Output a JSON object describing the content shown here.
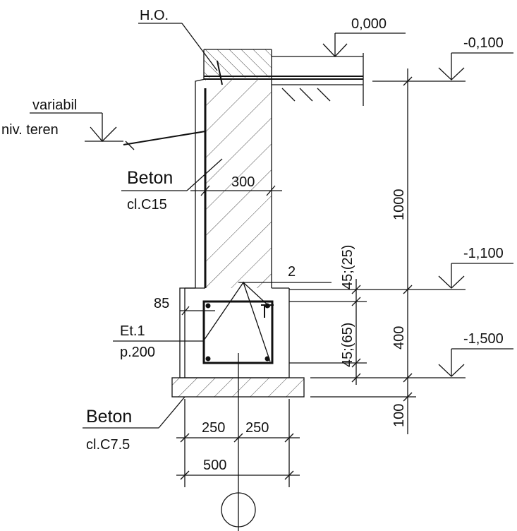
{
  "labels": {
    "ho": "H.O.",
    "variabil": "variabil",
    "niv_teren": "niv. teren",
    "beton_wall": "Beton",
    "beton_wall_class": "cl.C15",
    "rebar_count": "2",
    "cover_top": "85",
    "stirrup": "Et.1",
    "stirrup_spacing": "p.200",
    "beton_base": "Beton",
    "beton_base_class": "cl.C7.5"
  },
  "elevations": {
    "top": "0,000",
    "floor": "-0,100",
    "beam_top": "-1,100",
    "beam_bottom": "-1,500"
  },
  "dimensions": {
    "wall_thickness": "300",
    "wall_height": "1000",
    "beam_height": "400",
    "base_height": "100",
    "cover_upper": "45;(25)",
    "cover_lower": "45;(65)",
    "half_left": "250",
    "half_right": "250",
    "base_width": "500"
  }
}
